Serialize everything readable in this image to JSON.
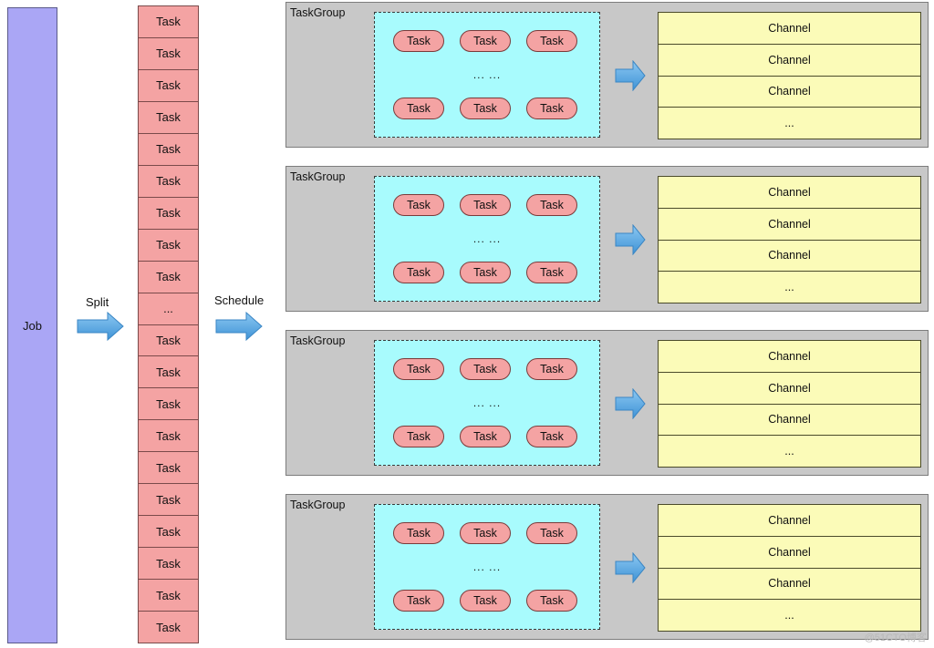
{
  "job": {
    "label": "Job"
  },
  "split": {
    "label": "Split"
  },
  "schedule": {
    "label": "Schedule"
  },
  "tasks": [
    "Task",
    "Task",
    "Task",
    "Task",
    "Task",
    "Task",
    "Task",
    "Task",
    "Task",
    "...",
    "Task",
    "Task",
    "Task",
    "Task",
    "Task",
    "Task",
    "Task",
    "Task",
    "Task",
    "Task"
  ],
  "task_groups": [
    {
      "title": "TaskGroup",
      "top_tasks": [
        "Task",
        "Task",
        "Task"
      ],
      "ellipsis": "... ...",
      "bottom_tasks": [
        "Task",
        "Task",
        "Task"
      ],
      "channels": [
        "Channel",
        "Channel",
        "Channel",
        "..."
      ]
    },
    {
      "title": "TaskGroup",
      "top_tasks": [
        "Task",
        "Task",
        "Task"
      ],
      "ellipsis": "... ...",
      "bottom_tasks": [
        "Task",
        "Task",
        "Task"
      ],
      "channels": [
        "Channel",
        "Channel",
        "Channel",
        "..."
      ]
    },
    {
      "title": "TaskGroup",
      "top_tasks": [
        "Task",
        "Task",
        "Task"
      ],
      "ellipsis": "... ...",
      "bottom_tasks": [
        "Task",
        "Task",
        "Task"
      ],
      "channels": [
        "Channel",
        "Channel",
        "Channel",
        "..."
      ]
    },
    {
      "title": "TaskGroup",
      "top_tasks": [
        "Task",
        "Task",
        "Task"
      ],
      "ellipsis": "... ...",
      "bottom_tasks": [
        "Task",
        "Task",
        "Task"
      ],
      "channels": [
        "Channel",
        "Channel",
        "Channel",
        "..."
      ]
    }
  ],
  "watermark": "@51CTO博客",
  "colors": {
    "job": "#aaa6f5",
    "task": "#f4a3a3",
    "group": "#c8c8c8",
    "pool": "#a8fbfd",
    "channel": "#fbfbb8",
    "arrow": "#5aa9e6"
  }
}
